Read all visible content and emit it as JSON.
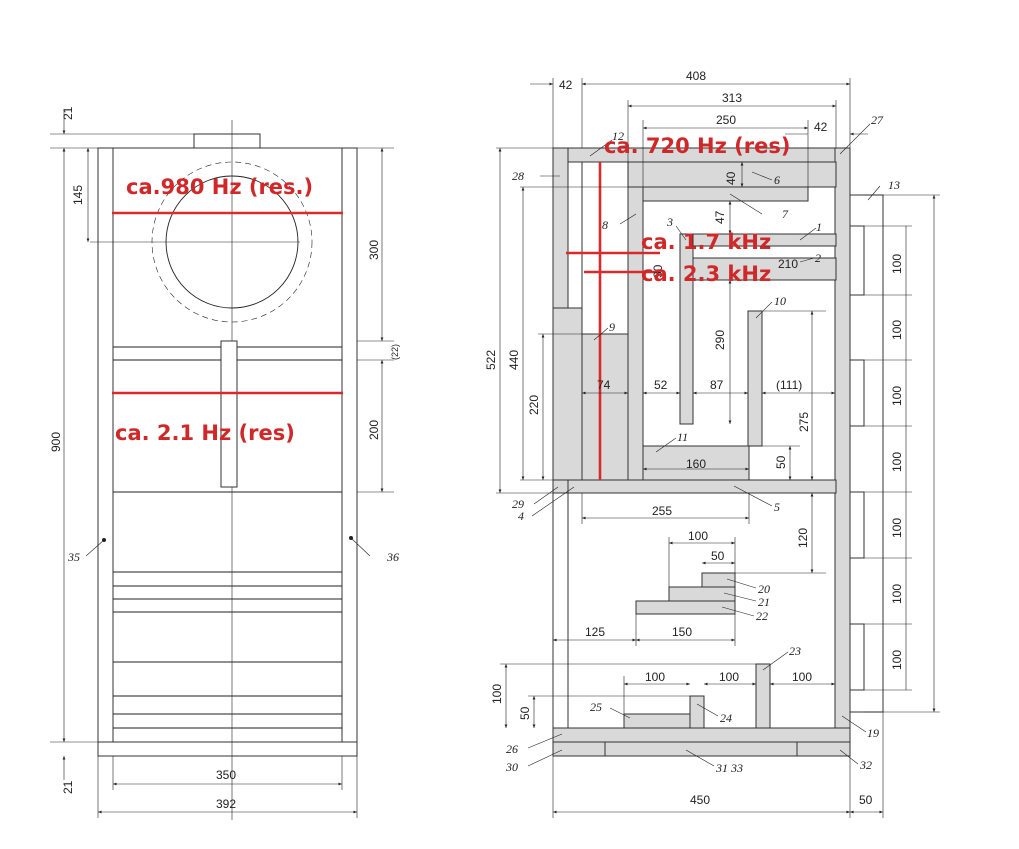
{
  "front_view": {
    "dimensions": [
      "21",
      "145",
      "300",
      "(22)",
      "200",
      "900",
      "350",
      "392",
      "21"
    ],
    "part_labels": [
      "35",
      "36"
    ],
    "annotations": [
      "ca.980 Hz (res.)",
      "ca. 2.1 Hz (res)"
    ]
  },
  "side_view": {
    "dimensions": [
      "42",
      "408",
      "313",
      "250",
      "42",
      "40",
      "47",
      "30",
      "210",
      "290",
      "522",
      "440",
      "220",
      "74",
      "52",
      "87",
      "(111)",
      "275",
      "160",
      "50",
      "255",
      "120",
      "100",
      "50",
      "125",
      "150",
      "100",
      "100",
      "100",
      "100",
      "50",
      "450",
      "50"
    ],
    "right_strip_dimensions": [
      "100",
      "100",
      "100",
      "100",
      "100",
      "100",
      "100"
    ],
    "part_labels": [
      "27",
      "12",
      "13",
      "28",
      "6",
      "7",
      "8",
      "3",
      "1",
      "2",
      "10",
      "9",
      "11",
      "5",
      "29",
      "4",
      "20",
      "21",
      "22",
      "23",
      "25",
      "24",
      "19",
      "26",
      "30",
      "31 33",
      "32"
    ],
    "annotations": [
      "ca. 720 Hz (res)",
      "ca. 1.7 kHz",
      "ca. 2.3 kHz"
    ]
  }
}
